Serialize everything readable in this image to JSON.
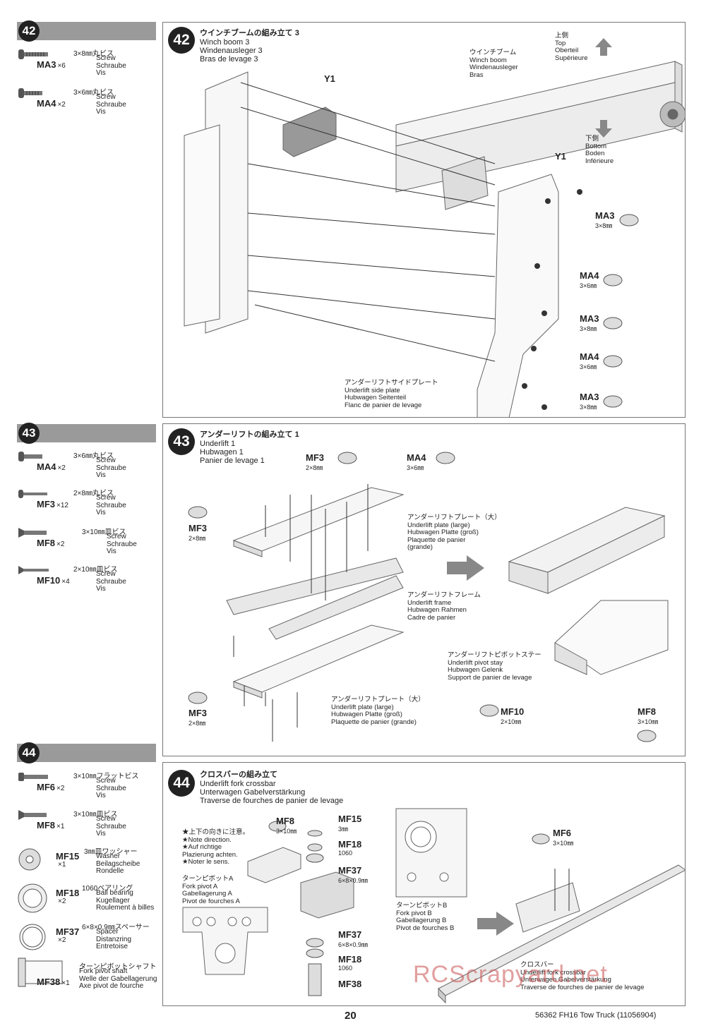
{
  "steps": {
    "s42": {
      "number": "42",
      "parts": [
        {
          "code": "MA3",
          "qty": "×6",
          "jp": "3×8㎜丸ビス",
          "lines": [
            "Screw",
            "Schraube",
            "Vis"
          ]
        },
        {
          "code": "MA4",
          "qty": "×2",
          "jp": "3×6㎜丸ビス",
          "lines": [
            "Screw",
            "Schraube",
            "Vis"
          ]
        }
      ],
      "title_jp": "ウインチブームの組み立て 3",
      "title": [
        "Winch boom 3",
        "Windenausleger 3",
        "Bras de levage 3"
      ],
      "labels": {
        "top": [
          "上側",
          "Top",
          "Oberteil",
          "Supérieure"
        ],
        "bottom": [
          "下側",
          "Bottom",
          "Boden",
          "Inférieure"
        ],
        "winch_boom": [
          "ウインチブーム",
          "Winch boom",
          "Windenausleger",
          "Bras"
        ],
        "side_plate": [
          "アンダーリフトサイドプレート",
          "Underlift side plate",
          "Hubwagen Seitenteil",
          "Flanc de panier de levage"
        ],
        "y1a": "Y1",
        "y1b": "Y1",
        "callouts": [
          {
            "code": "MA3",
            "size": "3×8㎜"
          },
          {
            "code": "MA4",
            "size": "3×6㎜"
          },
          {
            "code": "MA3",
            "size": "3×8㎜"
          },
          {
            "code": "MA4",
            "size": "3×6㎜"
          },
          {
            "code": "MA3",
            "size": "3×8㎜"
          }
        ]
      }
    },
    "s43": {
      "number": "43",
      "parts": [
        {
          "code": "MA4",
          "qty": "×2",
          "jp": "3×6㎜丸ビス",
          "lines": [
            "Screw",
            "Schraube",
            "Vis"
          ]
        },
        {
          "code": "MF3",
          "qty": "×12",
          "jp": "2×8㎜丸ビス",
          "lines": [
            "Screw",
            "Schraube",
            "Vis"
          ]
        },
        {
          "code": "MF8",
          "qty": "×2",
          "jp": "3×10㎜皿ビス",
          "lines": [
            "Screw",
            "Schraube",
            "Vis"
          ]
        },
        {
          "code": "MF10",
          "qty": "×4",
          "jp": "2×10㎜皿ビス",
          "lines": [
            "Screw",
            "Schraube",
            "Vis"
          ]
        }
      ],
      "title_jp": "アンダーリフトの組み立て 1",
      "title": [
        "Underlift 1",
        "Hubwagen 1",
        "Panier de levage 1"
      ],
      "labels": {
        "plate_top": [
          "アンダーリフトプレート（大）",
          "Underlift plate (large)",
          "Hubwagen Platte (groß)",
          "Plaquette de panier",
          "(grande)"
        ],
        "frame": [
          "アンダーリフトフレーム",
          "Underlift frame",
          "Hubwagen Rahmen",
          "Cadre de panier"
        ],
        "plate_bottom": [
          "アンダーリフトプレート（大）",
          "Underlift plate (large)",
          "Hubwagen Platte (groß)",
          "Plaquette de panier (grande)"
        ],
        "pivot_stay": [
          "アンダーリフトピボットステー",
          "Underlift pivot stay",
          "Hubwagen Gelenk",
          "Support de panier de levage"
        ],
        "callouts": [
          {
            "code": "MF3",
            "size": "2×8㎜"
          },
          {
            "code": "MA4",
            "size": "3×6㎜"
          },
          {
            "code": "MF3",
            "size": "2×8㎜"
          },
          {
            "code": "MF3",
            "size": "2×8㎜"
          },
          {
            "code": "MF10",
            "size": "2×10㎜"
          },
          {
            "code": "MF8",
            "size": "3×10㎜"
          }
        ]
      }
    },
    "s44": {
      "number": "44",
      "parts": [
        {
          "code": "MF6",
          "qty": "×2",
          "jp": "3×10㎜フラットビス",
          "lines": [
            "Screw",
            "Schraube",
            "Vis"
          ]
        },
        {
          "code": "MF8",
          "qty": "×1",
          "jp": "3×10㎜皿ビス",
          "lines": [
            "Screw",
            "Schraube",
            "Vis"
          ]
        },
        {
          "code": "MF15",
          "qty": "×1",
          "jp": "3㎜皿ワッシャー",
          "lines": [
            "Washer",
            "Beilagscheibe",
            "Rondelle"
          ]
        },
        {
          "code": "MF18",
          "qty": "×2",
          "jp": "1060ベアリング",
          "lines": [
            "Ball bearing",
            "Kugellager",
            "Roulement à billes"
          ]
        },
        {
          "code": "MF37",
          "qty": "×2",
          "jp": "6×8×0.9㎜スペーサー",
          "lines": [
            "Spacer",
            "Distanzring",
            "Entretoise"
          ]
        },
        {
          "code": "MF38",
          "qty": "×1",
          "jp": "ターンピボットシャフト",
          "lines": [
            "Fork pivot shaft",
            "Welle der Gabellagerung",
            "Axe pivot de fourche"
          ]
        }
      ],
      "title_jp": "クロスバーの組み立て",
      "title": [
        "Underlift fork crossbar",
        "Unterwagen Gabelverstärkung",
        "Traverse de fourches de panier de levage"
      ],
      "labels": {
        "note": [
          "★上下の向きに注意。",
          "★Note direction.",
          "★Auf richtige",
          "Plazierung achten.",
          "★Noter le sens."
        ],
        "pivot_a": [
          "ターンピボットA",
          "Fork pivot A",
          "Gabellagerung A",
          "Pivot de fourches A"
        ],
        "pivot_b": [
          "ターンピボットB",
          "Fork pivot B",
          "Gabellagerung B",
          "Pivot de fourches B"
        ],
        "crossbar": [
          "クロスバー",
          "Underlift fork crossbar",
          "Unterwagen Gabelverstärkung",
          "Traverse de fourches de panier de levage"
        ],
        "callouts": [
          {
            "code": "MF8",
            "size": "3×10㎜"
          },
          {
            "code": "MF15",
            "size": "3㎜"
          },
          {
            "code": "MF18",
            "size": "1060"
          },
          {
            "code": "MF37",
            "size": "6×8×0.9㎜"
          },
          {
            "code": "MF37",
            "size": "6×8×0.9㎜"
          },
          {
            "code": "MF18",
            "size": "1060"
          },
          {
            "code": "MF38",
            "size": ""
          },
          {
            "code": "MF6",
            "size": "3×10㎜"
          }
        ]
      }
    }
  },
  "footer": {
    "page": "20",
    "ref": "56362 FH16 Tow Truck (11056904)",
    "watermark": "RCScrapyard.net"
  }
}
